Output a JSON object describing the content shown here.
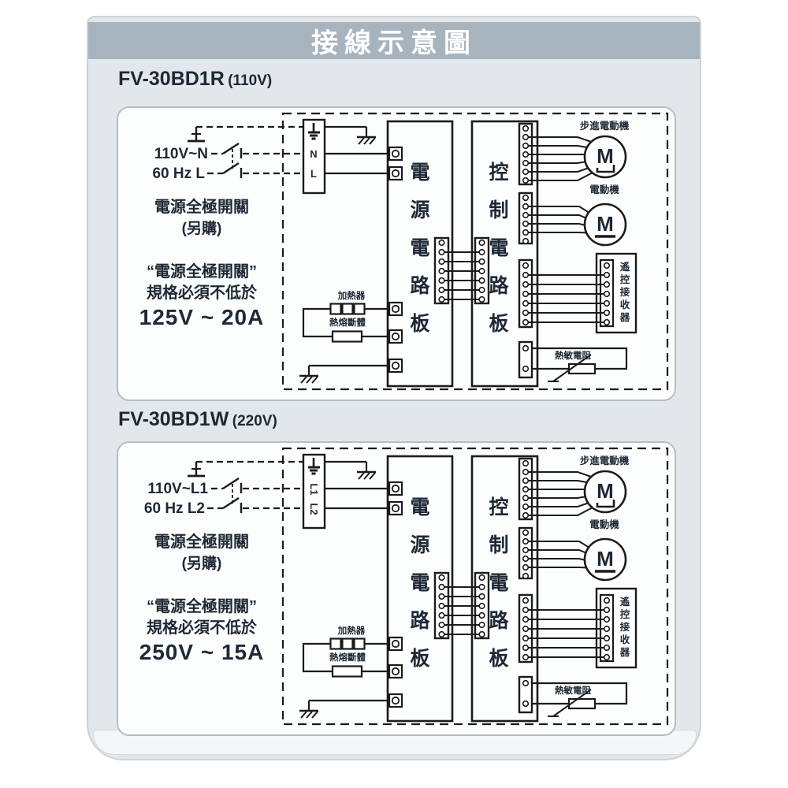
{
  "header": {
    "title": "接線示意圖"
  },
  "colors": {
    "header_bg": "#a7b4be",
    "header_text": "#ffffff",
    "card_bg": "#e2e7eb",
    "panel_bg": "#fcfdfd",
    "panel_border": "#b7bec4",
    "line": "#1b1b1b",
    "text": "#1e2935"
  },
  "panels": [
    {
      "model": "FV-30BD1R",
      "voltage": "(110V)",
      "source_line1": "110V~N",
      "source_line2": "60 Hz L",
      "terminal_labels": [
        "N",
        "L"
      ],
      "switch_label": "電源全極開關",
      "switch_note": "(另購)",
      "spec_quote": "“電源全極開關”",
      "spec_line": "規格必須不低於",
      "spec_rating": "125V ~ 20A",
      "power_board": "電源電路板",
      "control_board": "控制電路板",
      "heater_label": "加熱器",
      "fuse_label": "熱熔斷體",
      "stepper_label": "步進電動機",
      "motor_label": "電動機",
      "motor_letter": "M",
      "receiver_label": "遙控接收器",
      "thermistor_label": "熱敏電阻"
    },
    {
      "model": "FV-30BD1W",
      "voltage": "(220V)",
      "source_line1": "110V~L1",
      "source_line2": "60 Hz L2",
      "terminal_labels": [
        "L1",
        "L2"
      ],
      "switch_label": "電源全極開關",
      "switch_note": "(另購)",
      "spec_quote": "“電源全極開關”",
      "spec_line": "規格必須不低於",
      "spec_rating": "250V ~ 15A",
      "power_board": "電源電路板",
      "control_board": "控制電路板",
      "heater_label": "加熱器",
      "fuse_label": "熱熔斷體",
      "stepper_label": "步進電動機",
      "motor_label": "電動機",
      "motor_letter": "M",
      "receiver_label": "遙控接收器",
      "thermistor_label": "熱敏電阻"
    }
  ]
}
